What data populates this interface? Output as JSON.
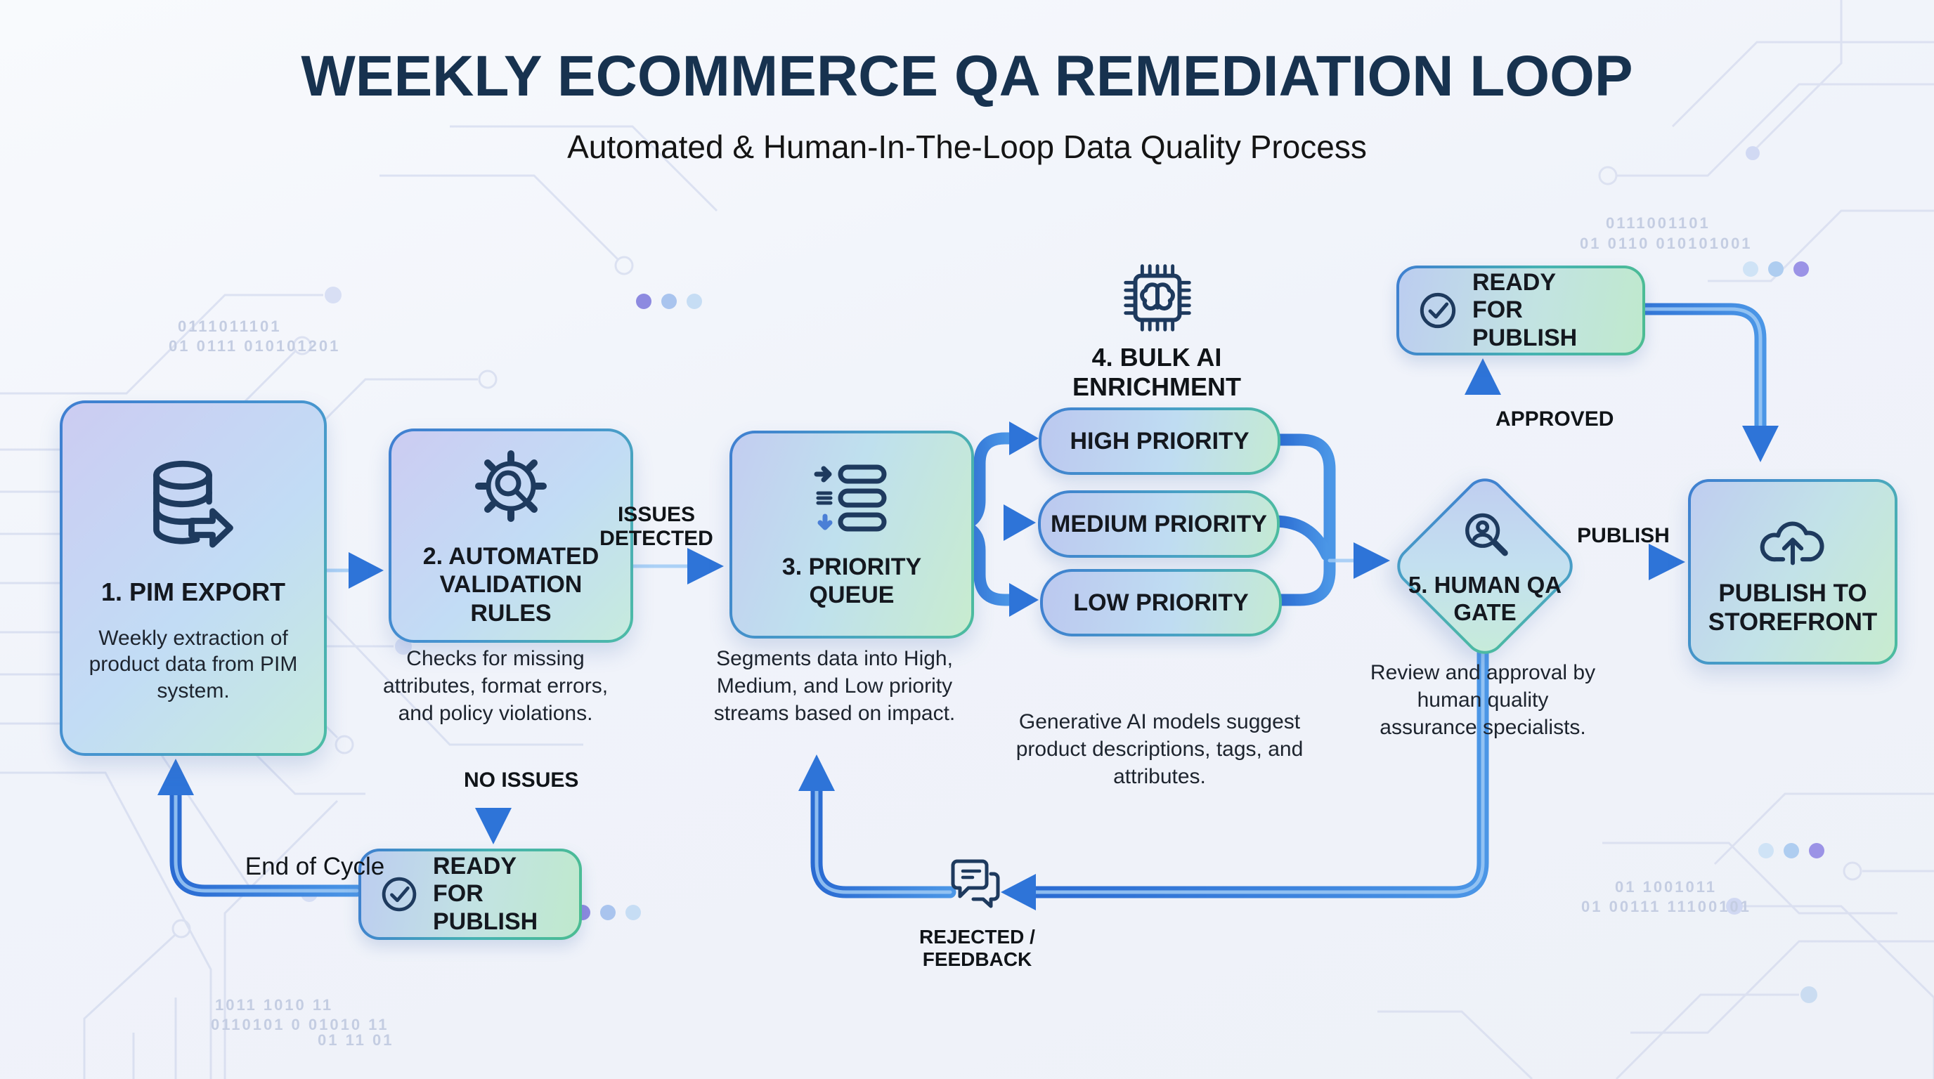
{
  "header": {
    "title": "WEEKLY ECOMMERCE QA REMEDIATION LOOP",
    "subtitle": "Automated & Human-In-The-Loop Data Quality Process"
  },
  "nodes": {
    "pim_export": {
      "title": "1. PIM EXPORT",
      "description": "Weekly extraction of product data from PIM system."
    },
    "validation": {
      "title": "2. AUTOMATED VALIDATION RULES",
      "description": "Checks for missing attributes, format errors, and policy violations."
    },
    "priority_queue": {
      "title": "3. PRIORITY QUEUE",
      "description": "Segments data into High, Medium, and Low priority streams based on impact."
    },
    "bulk_ai": {
      "title": "4. BULK AI ENRICHMENT",
      "description": "Generative AI models suggest product descriptions, tags, and attributes."
    },
    "priorities": {
      "high": "HIGH PRIORITY",
      "medium": "MEDIUM PRIORITY",
      "low": "LOW PRIORITY"
    },
    "qa_gate": {
      "title": "5. HUMAN QA GATE",
      "description": "Review and approval by human quality assurance specialists."
    },
    "ready_top": {
      "title": "READY FOR PUBLISH"
    },
    "ready_bottom": {
      "title": "READY FOR PUBLISH"
    },
    "publish_store": {
      "title": "PUBLISH TO STOREFRONT"
    }
  },
  "edge_labels": {
    "issues_detected": "ISSUES DETECTED",
    "no_issues": "NO ISSUES",
    "end_of_cycle": "End of Cycle",
    "approved": "APPROVED",
    "publish": "PUBLISH",
    "rejected_feedback": "REJECTED / FEEDBACK"
  },
  "background": {
    "binary": [
      "0111011101",
      "01 0111 010101201",
      "0111001101",
      "01 0110 010101001",
      "1011 1010 11",
      "0110101 0 01010 11",
      "01 11 01",
      "01 1001011",
      "01 00111 11100101"
    ]
  },
  "icons": {
    "pim": "database-export-icon",
    "validation": "gear-search-icon",
    "queue": "priority-list-icon",
    "ai": "chip-brain-icon",
    "qa": "person-search-icon",
    "check": "check-circle-icon",
    "cloud": "cloud-upload-icon",
    "chat": "feedback-chat-icon"
  },
  "colors": {
    "accent_blue": "#2e74d8",
    "accent_teal": "#4cbd9d",
    "title_navy": "#17324f",
    "icon_navy": "#1e3a5e",
    "border_blue": "#3f7fd1"
  }
}
